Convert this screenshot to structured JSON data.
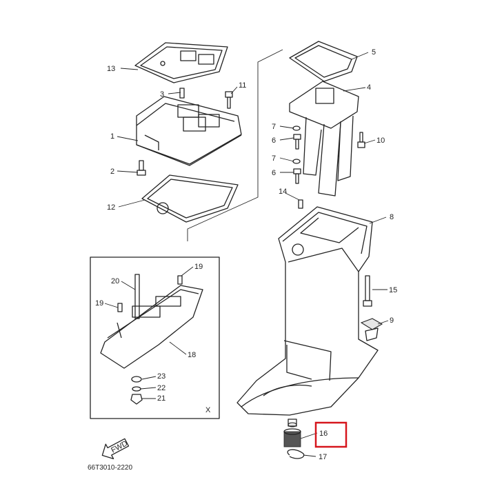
{
  "callouts": {
    "c1": "1",
    "c2": "2",
    "c3": "3",
    "c4": "4",
    "c5": "5",
    "c6a": "6",
    "c6b": "6",
    "c7a": "7",
    "c7b": "7",
    "c8": "8",
    "c9": "9",
    "c10": "10",
    "c11": "11",
    "c12": "12",
    "c13": "13",
    "c14": "14",
    "c15": "15",
    "c16": "16",
    "c17": "17",
    "c18": "18",
    "c19a": "19",
    "c19b": "19",
    "c20": "20",
    "c21": "21",
    "c22": "22",
    "c23": "23"
  },
  "inset_marker": "X",
  "fwd_label": "FWD",
  "diagram_code": "66T3010-2220",
  "highlight": {
    "part": "16",
    "color": "#d6151c"
  }
}
